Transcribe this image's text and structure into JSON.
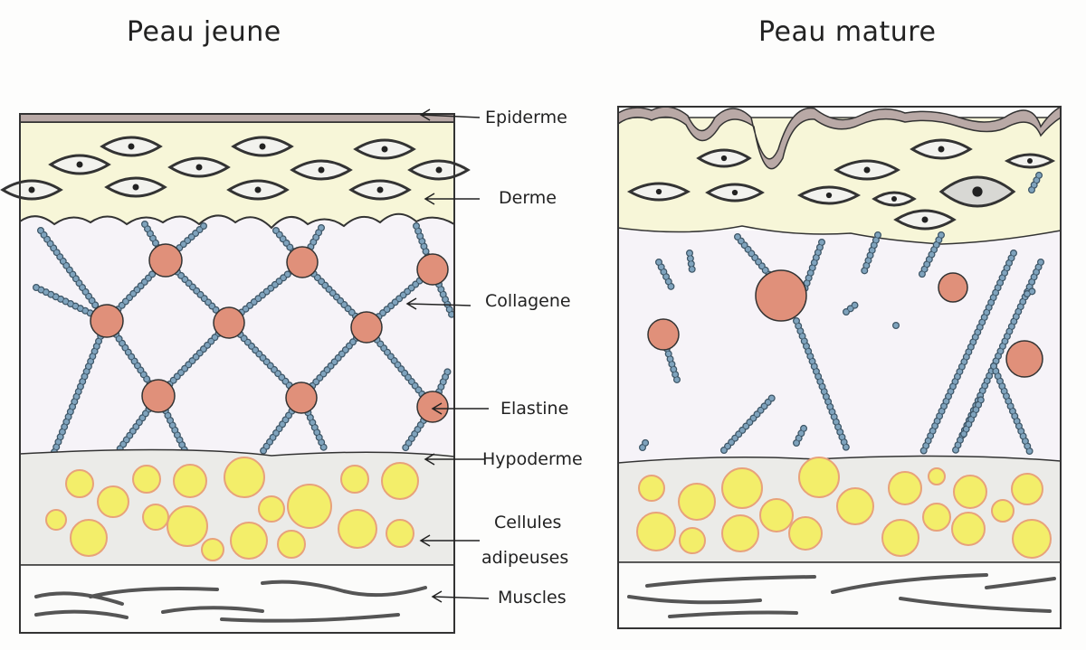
{
  "titles": {
    "young": "Peau jeune",
    "mature": "Peau mature"
  },
  "labels": {
    "epiderme": "Epiderme",
    "derme": "Derme",
    "collagene": "Collagene",
    "elastine": "Elastine",
    "hypoderme": "Hypoderme",
    "cellules_1": "Cellules",
    "cellules_2": "adipeuses",
    "muscles": "Muscles"
  },
  "colors": {
    "outline": "#333333",
    "derme": "#f7f6d8",
    "collagen_zone": "#f6f3f8",
    "hypoderme": "#ebebe8",
    "fat": "#f3ee6a",
    "fat_edge": "#e8a27a",
    "collagen": "#7fa3bd",
    "elastin": "#e0907a",
    "epiderme": "#b9a9a6",
    "muscle": "#888888"
  }
}
